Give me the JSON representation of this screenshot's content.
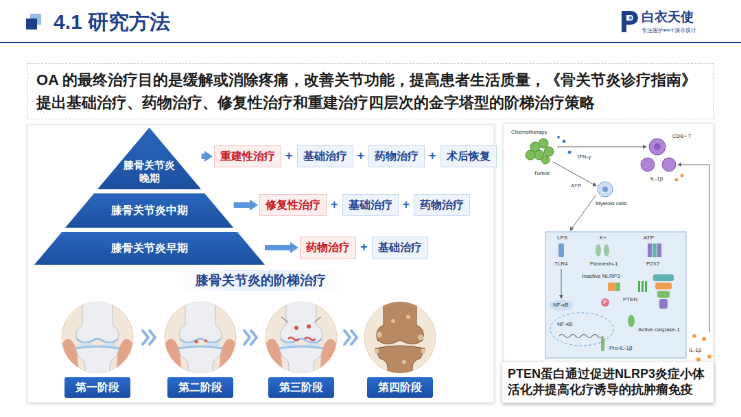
{
  "diagram": {
    "title": "4.1 研究方法",
    "nodes": [
      {
        "text": [
          "OA 的最终治疗目的是缓解或消除疼痛，改善关节功能，提高患者生活质量，《骨关节炎诊疗指南》 提出基础治疗、药物治疗、修复性治疗和重建治疗四层次的金字塔型的阶梯治疗策略"
        ]
      },
      {
        "text": [
          "膝骨关节炎 晚期"
        ]
      },
      {
        "text": [
          "重建性治疗"
        ]
      },
      {
        "text": [
          "基础治疗"
        ]
      },
      {
        "text": [
          "药物治疗"
        ]
      },
      {
        "text": [
          "术后恢复"
        ]
      },
      {
        "text": [
          "膝骨关节炎中期"
        ]
      },
      {
        "text": [
          "修复性治疗"
        ]
      },
      {
        "text": [
          "基础治疗"
        ]
      },
      {
        "text": [
          "药物治疗"
        ]
      },
      {
        "text": [
          "膝骨关节炎早期"
        ]
      },
      {
        "text": [
          "药物治疗"
        ]
      },
      {
        "text": [
          "基础治疗"
        ]
      },
      {
        "text": [
          "第一阶段"
        ]
      },
      {
        "text": [
          "第二阶段"
        ]
      },
      {
        "text": [
          "第三阶段"
        ]
      },
      {
        "text": [
          "第四阶段"
        ]
      },
      {
        "text": [
          "PTEN蛋白通过促进NLRP3炎症小体 活化并提高化疗诱导的抗肿瘤免疫"
        ]
      }
    ],
    "edges": [
      {
        "from": 1,
        "to": 2,
        "arrow": "to"
      },
      {
        "from": 6,
        "to": 7,
        "arrow": "to"
      },
      {
        "from": 10,
        "to": 11,
        "arrow": "to"
      }
    ],
    "labels": [
      "白衣天使",
      "专注医护PPT演示设计",
      "+",
      "+",
      "+",
      "+",
      "+",
      "+",
      "膝骨关节炎的阶梯治疗",
      "Chemotherapy",
      "Tumor",
      "IFN-γ",
      "CD8+ T",
      "ATP",
      "Myeloid cells",
      "IL-1β",
      "LPS",
      "K+",
      "ATP",
      "TLR4",
      "Pannexin-1",
      "P2X7",
      "Inactive NLRP3",
      "PTEN",
      "NF-κB",
      "P",
      "NF-κB",
      "Active caspase-1",
      "Pro-IL-1β",
      "IL-1β"
    ]
  }
}
